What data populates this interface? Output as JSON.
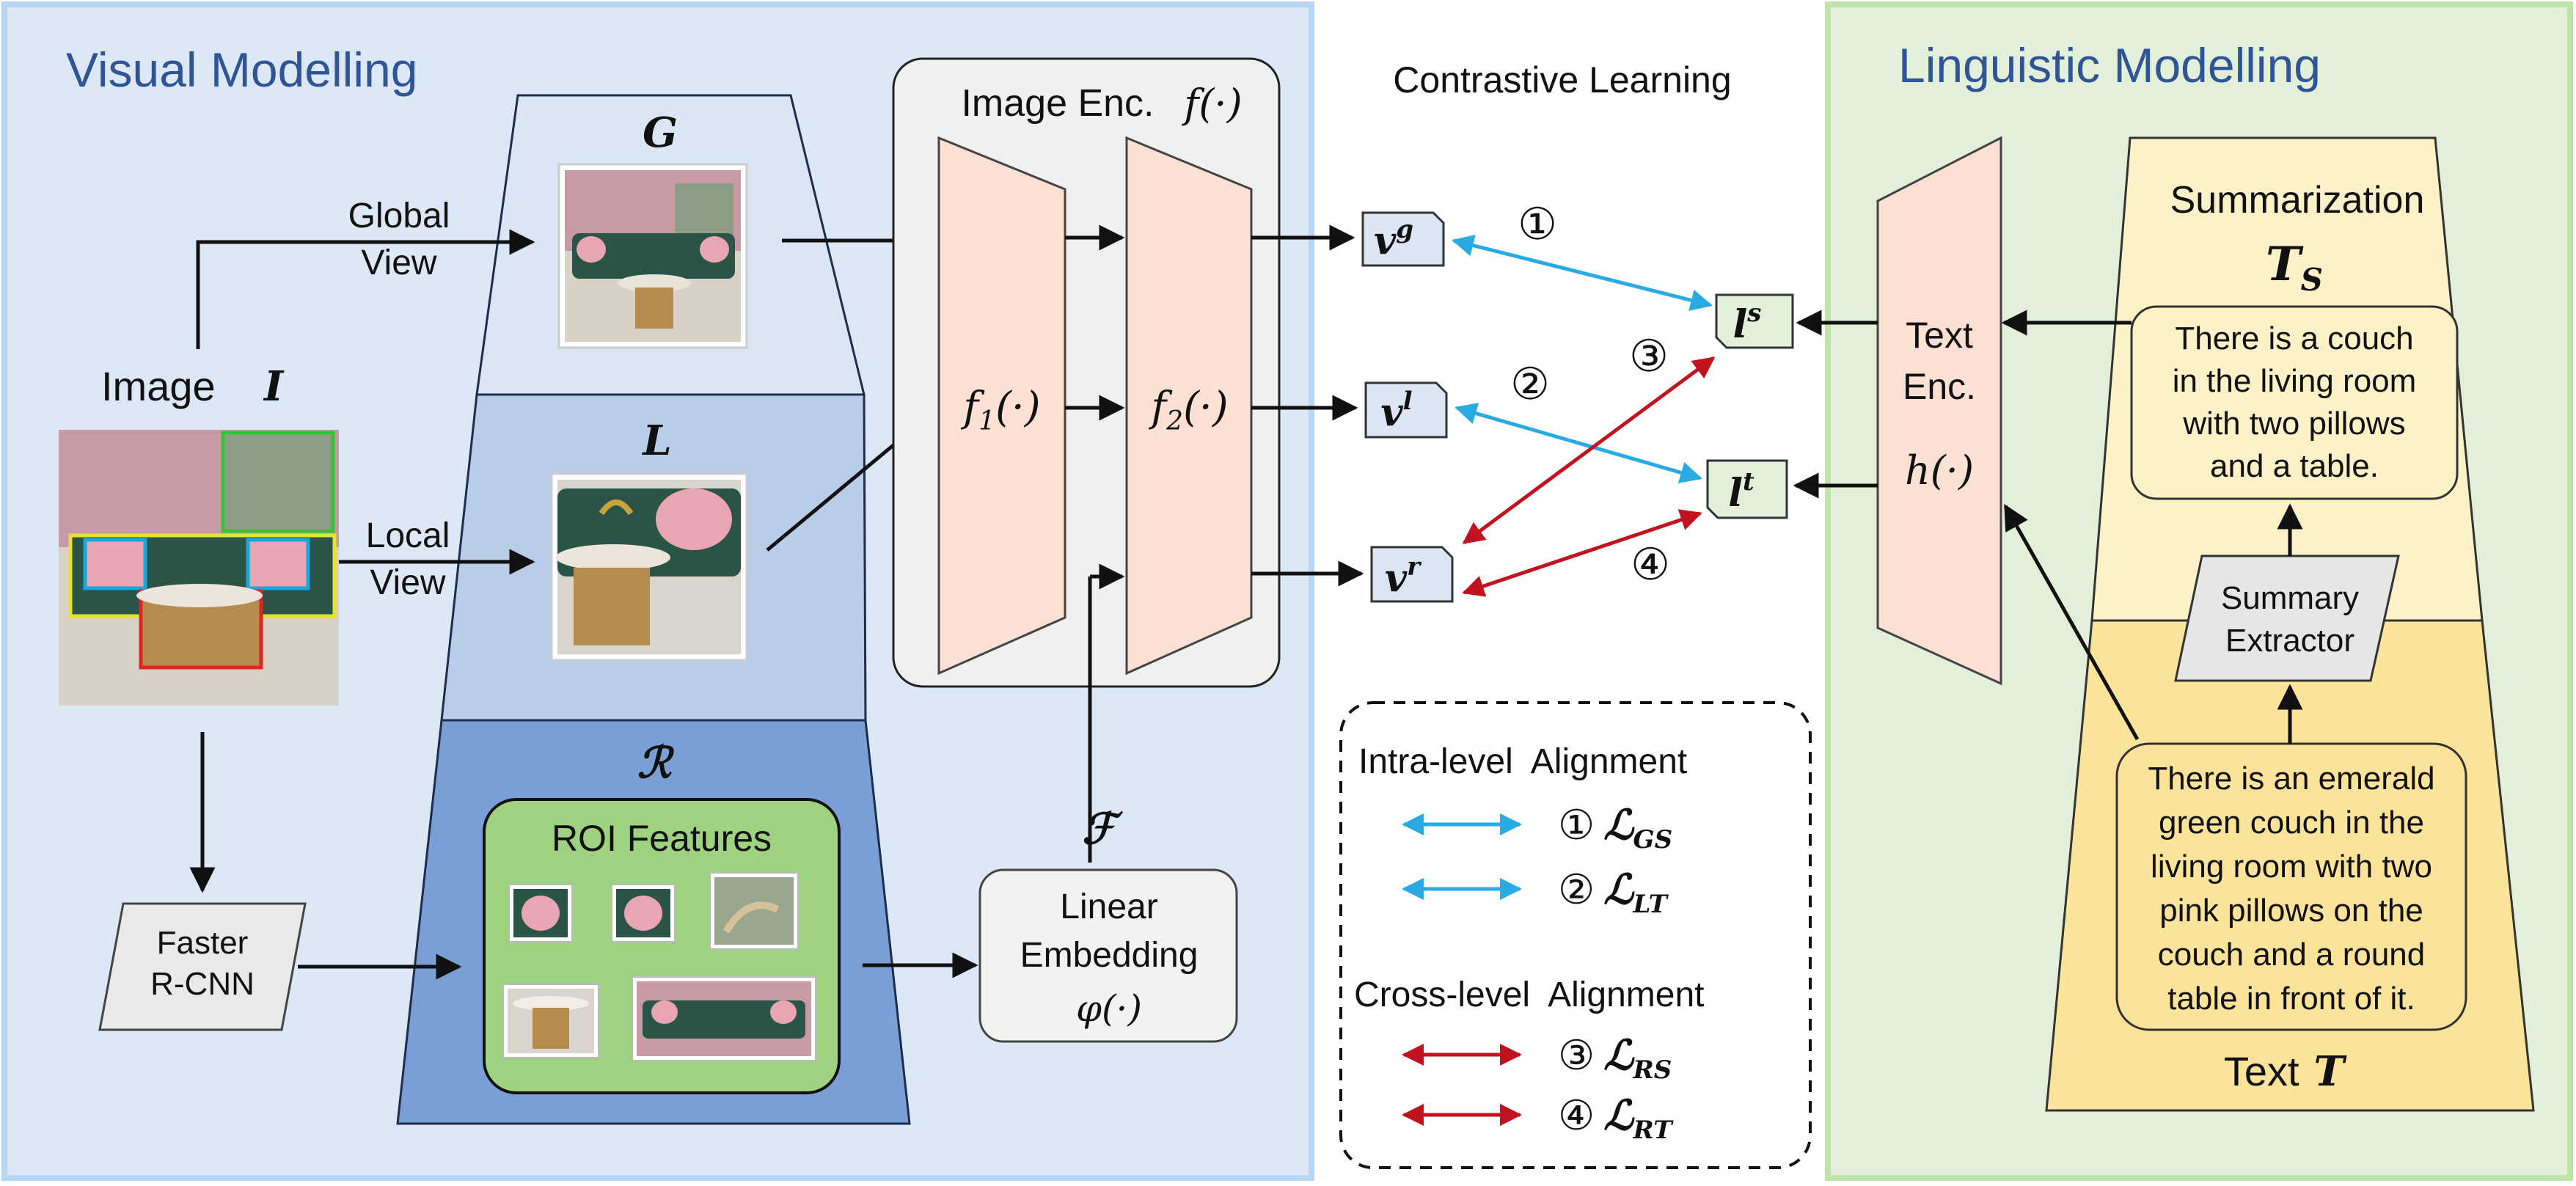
{
  "sections": {
    "visual": "Visual Modelling",
    "contrastive": "Contrastive Learning",
    "linguistic": "Linguistic Modelling"
  },
  "image": {
    "label": "Image",
    "symbol": "I"
  },
  "views": {
    "global": [
      "Global",
      "View"
    ],
    "local": [
      "Local",
      "View"
    ],
    "G": "G",
    "L": "L",
    "R": "ℛ"
  },
  "detector": [
    "Faster",
    "R-CNN"
  ],
  "roi": "ROI Features",
  "encoder": {
    "title": "Image Enc.",
    "fn": "f(·)",
    "f1": "f",
    "f1_sub": "1",
    "f2": "f",
    "f2_sub": "2",
    "arg": "(·)"
  },
  "embedding": {
    "lines": [
      "Linear",
      "Embedding"
    ],
    "fn": "φ(·)",
    "symbol": "ℱ"
  },
  "visual_features": [
    {
      "base": "v",
      "sup": "g"
    },
    {
      "base": "v",
      "sup": "l"
    },
    {
      "base": "v",
      "sup": "r"
    }
  ],
  "text_features": [
    {
      "base": "l",
      "sup": "s"
    },
    {
      "base": "l",
      "sup": "t"
    }
  ],
  "pair_numbers": [
    "①",
    "②",
    "③",
    "④"
  ],
  "text_encoder": {
    "lines": [
      "Text",
      "Enc."
    ],
    "fn": "h(·)"
  },
  "summary": {
    "title": "Summarization",
    "symbol": "T",
    "symbol_sub": "S",
    "text": [
      "There is a couch",
      "in the living room",
      "with two pillows",
      "and a table."
    ]
  },
  "extractor": [
    "Summary",
    "Extractor"
  ],
  "text_block": {
    "text": [
      "There is an emerald",
      "green couch in the",
      "living room with two",
      "pink pillows on the",
      "couch and a round",
      "table in front of it."
    ],
    "label": "Text",
    "symbol": "T"
  },
  "legend": {
    "intra_title": "Intra-level  Alignment",
    "cross_title": "Cross-level  Alignment",
    "items": [
      {
        "num": "①",
        "loss": "ℒ",
        "sub": "GS"
      },
      {
        "num": "②",
        "loss": "ℒ",
        "sub": "LT"
      },
      {
        "num": "③",
        "loss": "ℒ",
        "sub": "RS"
      },
      {
        "num": "④",
        "loss": "ℒ",
        "sub": "RT"
      }
    ]
  },
  "colors": {
    "visual_bg": "#dce8f6",
    "linguistic_bg": "#e2efd9",
    "intra_arrow": "#2aaae2",
    "cross_arrow": "#c0121f",
    "encoder_fill": "#fbe0d3",
    "roi_fill": "#9fd280",
    "summary_fill": "#fdf1c8",
    "text_fill": "#fbe39a"
  }
}
